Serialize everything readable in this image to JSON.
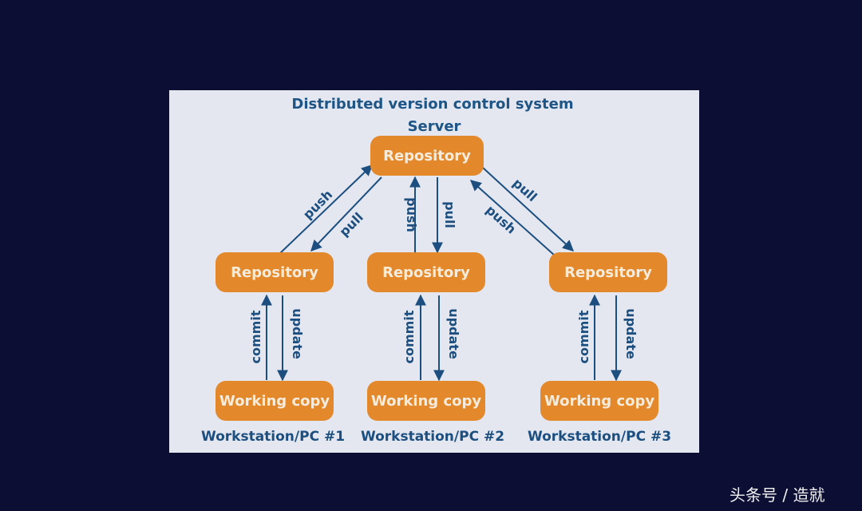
{
  "diagram": {
    "title": "Distributed version control system",
    "server_label": "Server",
    "server_repo": "Repository",
    "workstations": [
      {
        "repo": "Repository",
        "working_copy": "Working copy",
        "label": "Workstation/PC #1",
        "down_label": "update",
        "up_label": "commit"
      },
      {
        "repo": "Repository",
        "working_copy": "Working copy",
        "label": "Workstation/PC #2",
        "down_label": "update",
        "up_label": "commit"
      },
      {
        "repo": "Repository",
        "working_copy": "Working copy",
        "label": "Workstation/PC #3",
        "down_label": "update",
        "up_label": "commit"
      }
    ],
    "server_links": [
      {
        "push": "push",
        "pull": "pull"
      },
      {
        "push": "push",
        "pull": "pull"
      },
      {
        "push": "push",
        "pull": "pull"
      }
    ]
  },
  "watermark": "头条号 / 造就",
  "colors": {
    "background": "#0c0f33",
    "panel": "#e4e7ef",
    "node_fill": "#e3882b",
    "node_text": "#f7ecdc",
    "text_blue": "#1c4f80"
  }
}
